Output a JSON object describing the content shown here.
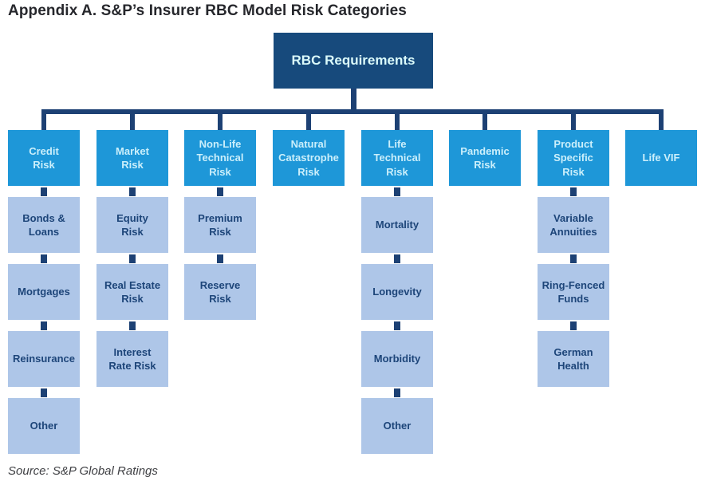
{
  "title": "Appendix A. S&P’s Insurer RBC Model Risk Categories",
  "source_note": "Source: S&P Global Ratings",
  "colors": {
    "line": "#1d4174",
    "root_fill": "#174a7c",
    "root_text": "#dbfbfb",
    "category_fill": "#1e97d8",
    "category_text": "#cbeffb",
    "sub_fill": "#aec6e8",
    "sub_text": "#1d4579"
  },
  "root": {
    "label": "RBC Requirements"
  },
  "columns": [
    {
      "label": "Credit\nRisk",
      "children": [
        "Bonds &\nLoans",
        "Mortgages",
        "Reinsurance",
        "Other"
      ]
    },
    {
      "label": "Market\nRisk",
      "children": [
        "Equity\nRisk",
        "Real Estate\nRisk",
        "Interest\nRate Risk"
      ]
    },
    {
      "label": "Non-Life\nTechnical\nRisk",
      "children": [
        "Premium\nRisk",
        "Reserve\nRisk"
      ]
    },
    {
      "label": "Natural\nCatastrophe\nRisk",
      "children": []
    },
    {
      "label": "Life\nTechnical\nRisk",
      "children": [
        "Mortality",
        "Longevity",
        "Morbidity",
        "Other"
      ]
    },
    {
      "label": "Pandemic\nRisk",
      "children": []
    },
    {
      "label": "Product\nSpecific\nRisk",
      "children": [
        "Variable\nAnnuities",
        "Ring-Fenced\nFunds",
        "German\nHealth"
      ]
    },
    {
      "label": "Life VIF",
      "children": []
    }
  ]
}
